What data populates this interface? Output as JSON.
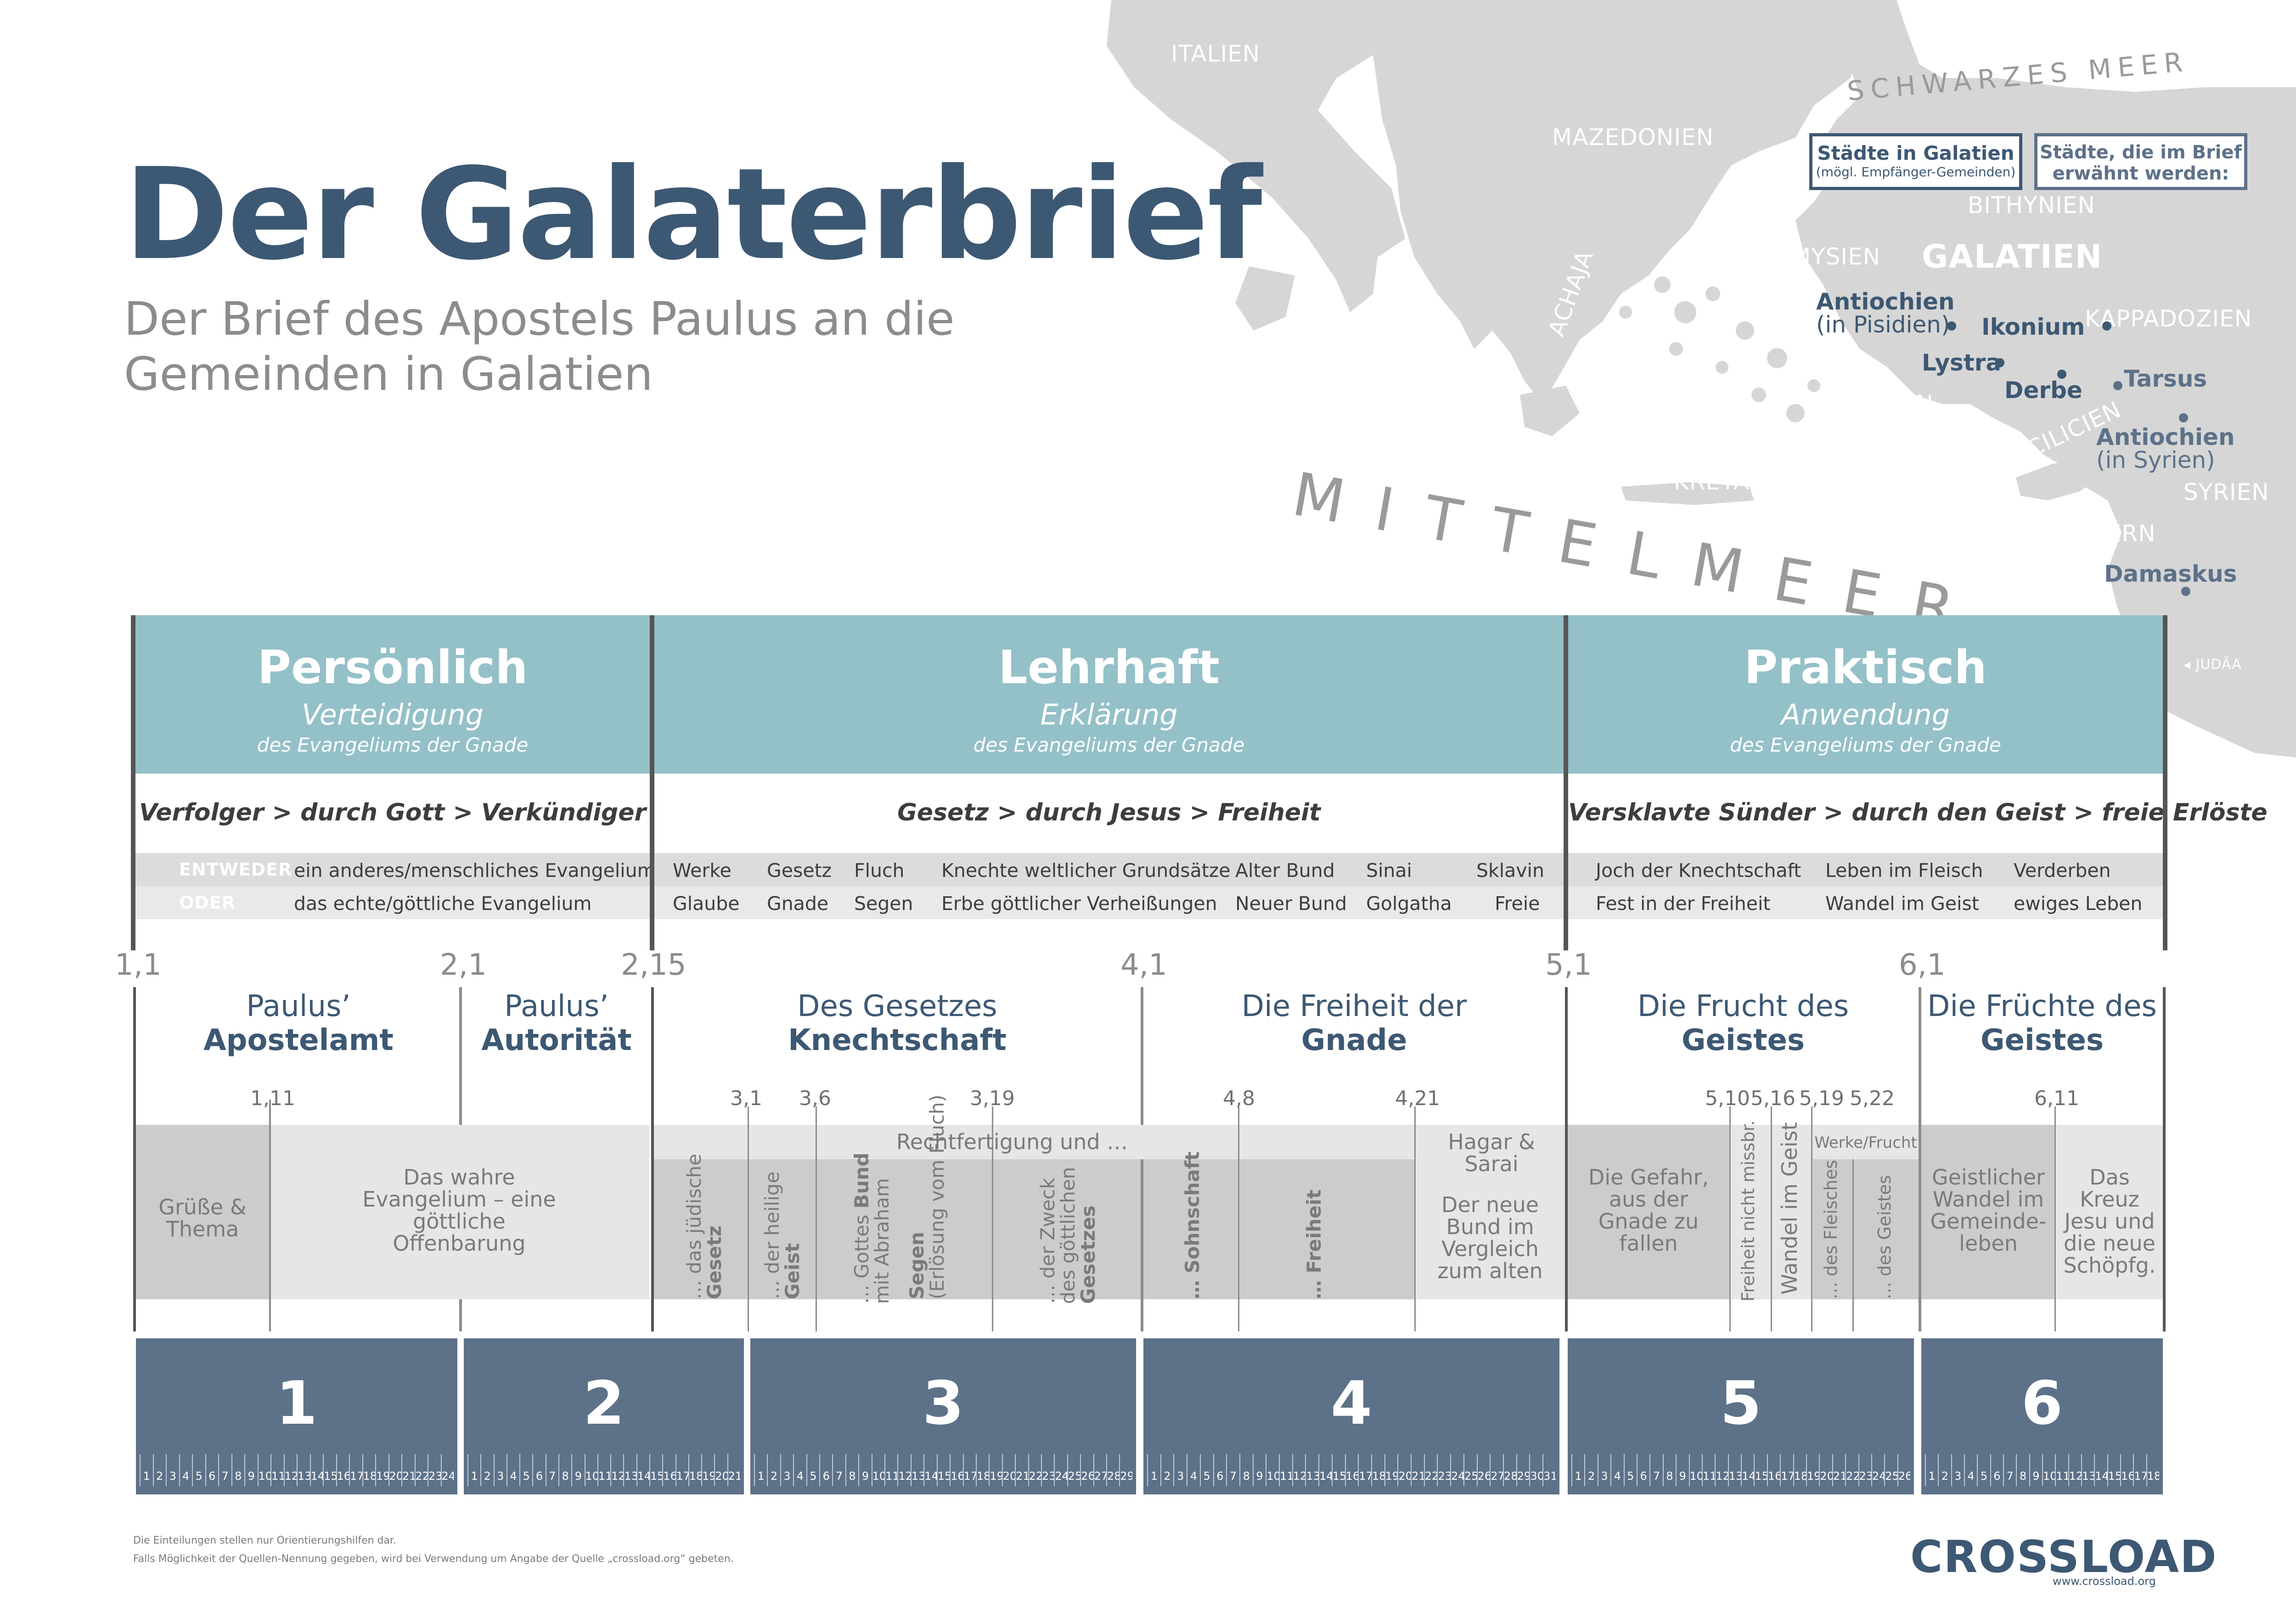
{
  "title": "Der Galaterbrief",
  "subtitle_line1": "Der Brief des Apostels Paulus an die",
  "subtitle_line2": "Gemeinden in Galatien",
  "map": {
    "regions": {
      "italien": "ITALIEN",
      "mazedonien": "MAZEDONIEN",
      "achaja": "ACHAJA",
      "mysien": "MYSIEN",
      "bithynien": "BITHYNIEN",
      "galatien": "GALATIEN",
      "kappadozien": "KAPPADOZIEN",
      "lyzien": "LYZIEN",
      "cilicien": "CILICIEN",
      "kreta": "KRETA",
      "syrien": "SYRIEN",
      "zypern": "ZYPERN",
      "judaa": "JUDÄA",
      "schwarzes_meer": "SCHWARZES MEER",
      "mittelmeer": "MITTELMEER"
    },
    "cities": {
      "antiochien_pisidien": "Antiochien",
      "antiochien_pisidien_sub": "(in Pisidien)",
      "ikonium": "Ikonium",
      "lystra": "Lystra",
      "derbe": "Derbe",
      "tarsus": "Tarsus",
      "antiochien_syrien": "Antiochien",
      "antiochien_syrien_sub": "(in Syrien)",
      "damaskus": "Damaskus"
    },
    "legend": {
      "galatia_title": "Städte in Galatien",
      "galatia_sub": "(mögl. Empfänger-Gemeinden)",
      "mentioned_line1": "Städte, die im Brief",
      "mentioned_line2": "erwähnt werden:"
    }
  },
  "sections": [
    {
      "name": "Persönlich",
      "sub": "Verteidigung",
      "sub2": "des Evangeliums der Gnade",
      "flow": "Verfolger > durch Gott > Verkündiger"
    },
    {
      "name": "Lehrhaft",
      "sub": "Erklärung",
      "sub2": "des Evangeliums der Gnade",
      "flow": "Gesetz > durch Jesus > Freiheit"
    },
    {
      "name": "Praktisch",
      "sub": "Anwendung",
      "sub2": "des Evangeliums der Gnade",
      "flow": "Versklavte Sünder > durch den Geist > freie Erlöste"
    }
  ],
  "contrast": {
    "entweder_label": "ENTWEDER",
    "oder_label": "ODER",
    "entweder": [
      "ein anderes/menschliches Evangelium",
      "Werke",
      "Gesetz",
      "Fluch",
      "Knechte weltlicher Grundsätze",
      "Alter Bund",
      "Sinai",
      "Sklavin",
      "Joch der Knechtschaft",
      "Leben im Fleisch",
      "Verderben"
    ],
    "oder": [
      "das echte/göttliche Evangelium",
      "Glaube",
      "Gnade",
      "Segen",
      "Erbe göttlicher Verheißungen",
      "Neuer Bund",
      "Golgatha",
      "Freie",
      "Fest in der Freiheit",
      "Wandel im Geist",
      "ewiges Leben"
    ]
  },
  "main_refs": [
    "1,1",
    "2,1",
    "2,15",
    "4,1",
    "5,1",
    "6,1"
  ],
  "topics": [
    {
      "l1": "Paulus’",
      "l2": "Apostelamt"
    },
    {
      "l1": "Paulus’",
      "l2": "Autorität"
    },
    {
      "l1": "Des Gesetzes",
      "l2": "Knechtschaft"
    },
    {
      "l1": "Die Freiheit der",
      "l2": "Gnade"
    },
    {
      "l1": "Die Frucht des",
      "l2": "Geistes"
    },
    {
      "l1": "Die Früchte des",
      "l2": "Geistes"
    }
  ],
  "sub_refs": [
    "1,11",
    "3,1",
    "3,6",
    "3,19",
    "4,8",
    "4,21",
    "5,10",
    "5,16",
    "5,19",
    "5,22",
    "6,11"
  ],
  "details": {
    "grusse": "Grüße & Thema",
    "evangelium": "Das wahre Evangelium – eine göttliche Offenbarung",
    "rechtfertigung": "Rechtfertigung und …",
    "gesetz_pre": "… das jüdische",
    "gesetz": "Gesetz",
    "geist_pre": "… der heilige",
    "geist": "Geist",
    "bund_pre": "… Gottes",
    "bund": "Bund",
    "bund_post": "mit Abraham",
    "segen": "Segen",
    "segen_post": "(Erlösung vom Fluch)",
    "zweck_pre": "… der Zweck",
    "zweck_mid": "des göttlichen",
    "zweck": "Gesetzes",
    "sohnschaft": "… Sohnschaft",
    "freiheit": "… Freiheit",
    "hagar": "Hagar & Sarai",
    "neuer_bund": "Der neue Bund im Vergleich zum alten",
    "gefahr": "Die Gefahr, aus der Gnade zu fallen",
    "missbr": "Freiheit nicht missbr.",
    "wandel": "Wandel im Geist",
    "werke_frucht": "Werke/Frucht",
    "fleisches": "… des Fleisches",
    "geistes": "… des Geistes",
    "geistlicher": "Geistlicher Wandel im Gemeinde-leben",
    "kreuz": "Das Kreuz Jesu und die neue Schöpfg."
  },
  "chapters": [
    {
      "num": "1",
      "verses": 24
    },
    {
      "num": "2",
      "verses": 21
    },
    {
      "num": "3",
      "verses": 29
    },
    {
      "num": "4",
      "verses": 31
    },
    {
      "num": "5",
      "verses": 26
    },
    {
      "num": "6",
      "verses": 18
    }
  ],
  "footer": {
    "note1": "Die Einteilungen stellen nur Orientierungshilfen dar.",
    "note2": "Falls Möglichkeit der Quellen-Nennung gegeben, wird bei Verwendung um Angabe der Quelle „crossload.org“ gebeten.",
    "brand": "CROSSLOAD",
    "url": "www.crossload.org"
  },
  "colors": {
    "navy": "#3d5873",
    "teal": "#94c0c8",
    "chapter": "#5d7189",
    "map_land": "#d6d6d6",
    "grey_light": "#e6e6e6",
    "grey_dark": "#cccccc"
  }
}
